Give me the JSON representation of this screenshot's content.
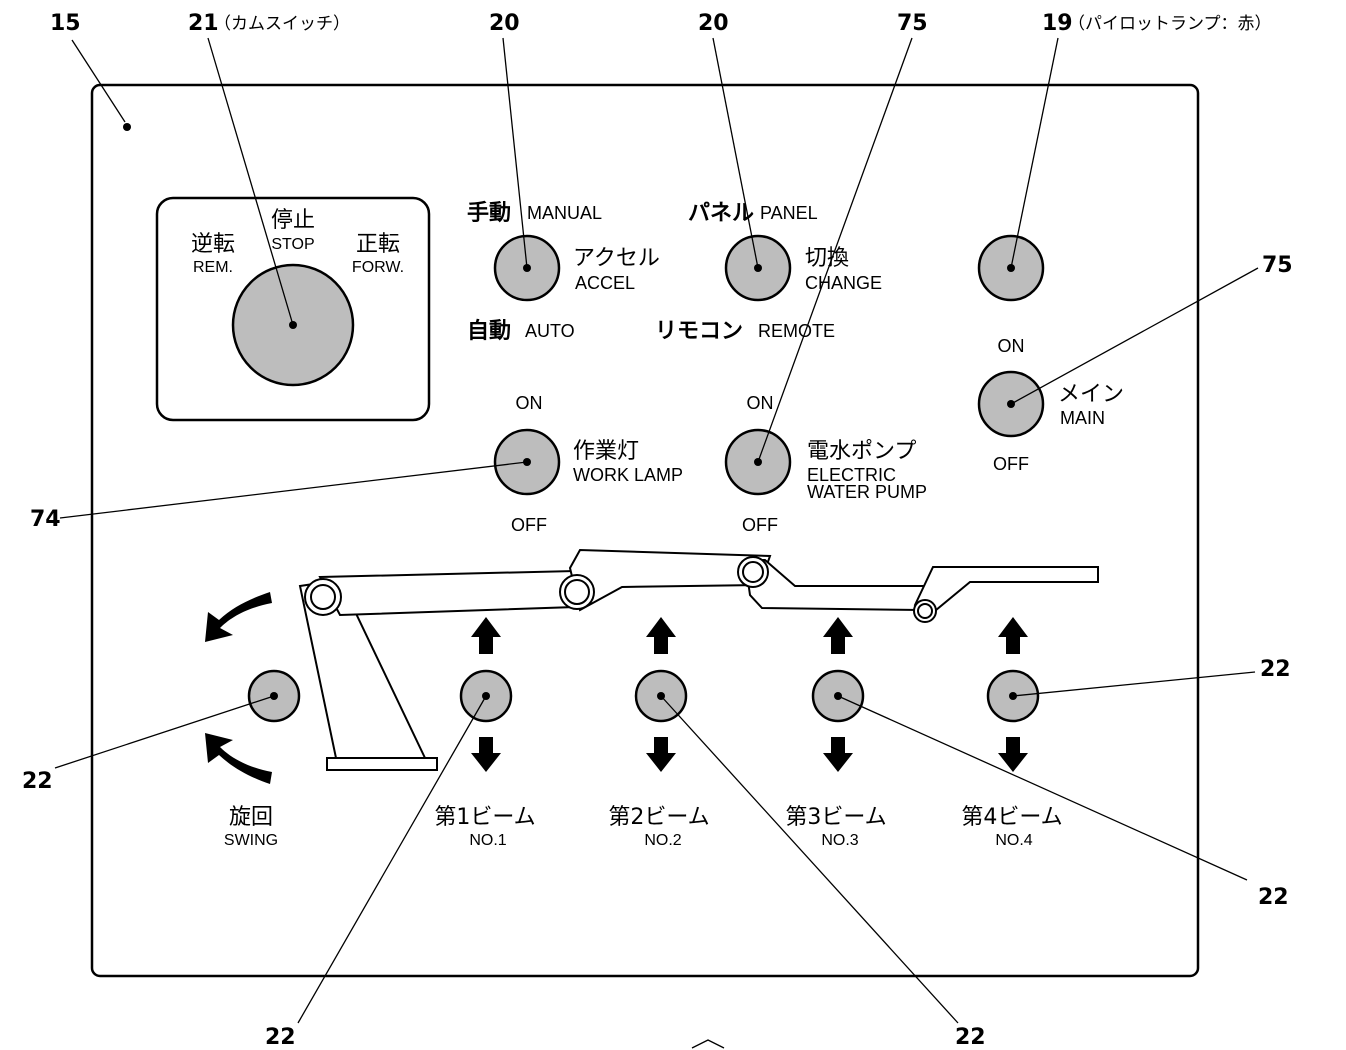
{
  "colors": {
    "knob": "#bdbdbd",
    "line": "#000000",
    "panel": "#ffffff"
  },
  "refs": {
    "r15": "15",
    "r21": "21",
    "r21_note": "（カムスイッチ）",
    "r20a": "20",
    "r20b": "20",
    "r75a": "75",
    "r19": "19",
    "r19_note": "（パイロットランプ：赤）",
    "r75b": "75",
    "r74": "74",
    "r22_left": "22",
    "r22_right_top": "22",
    "r22_right_bottom": "22",
    "r22_bottom_left": "22",
    "r22_bottom_right": "22"
  },
  "cam_switch": {
    "stop_jp": "停止",
    "stop_en": "STOP",
    "rev_jp": "逆転",
    "rev_en": "REM.",
    "fwd_jp": "正転",
    "fwd_en": "FORW."
  },
  "accel": {
    "manual_jp": "手動",
    "manual_en": "MANUAL",
    "auto_jp": "自動",
    "auto_en": "AUTO",
    "name_jp": "アクセル",
    "name_en": "ACCEL"
  },
  "change": {
    "panel_jp": "パネル",
    "panel_en": "PANEL",
    "remote_jp": "リモコン",
    "remote_en": "REMOTE",
    "name_jp": "切換",
    "name_en": "CHANGE"
  },
  "main": {
    "on": "ON",
    "off": "OFF",
    "name_jp": "メイン",
    "name_en": "MAIN"
  },
  "work_lamp": {
    "on": "ON",
    "off": "OFF",
    "name_jp": "作業灯",
    "name_en": "WORK LAMP"
  },
  "water_pump": {
    "on": "ON",
    "off": "OFF",
    "name_jp": "電水ポンプ",
    "name_en1": "ELECTRIC",
    "name_en2": "WATER PUMP"
  },
  "swing": {
    "jp": "旋回",
    "en": "SWING"
  },
  "beams": [
    {
      "jp": "第1ビーム",
      "en": "NO.1"
    },
    {
      "jp": "第2ビーム",
      "en": "NO.2"
    },
    {
      "jp": "第3ビーム",
      "en": "NO.3"
    },
    {
      "jp": "第4ビーム",
      "en": "NO.4"
    }
  ]
}
